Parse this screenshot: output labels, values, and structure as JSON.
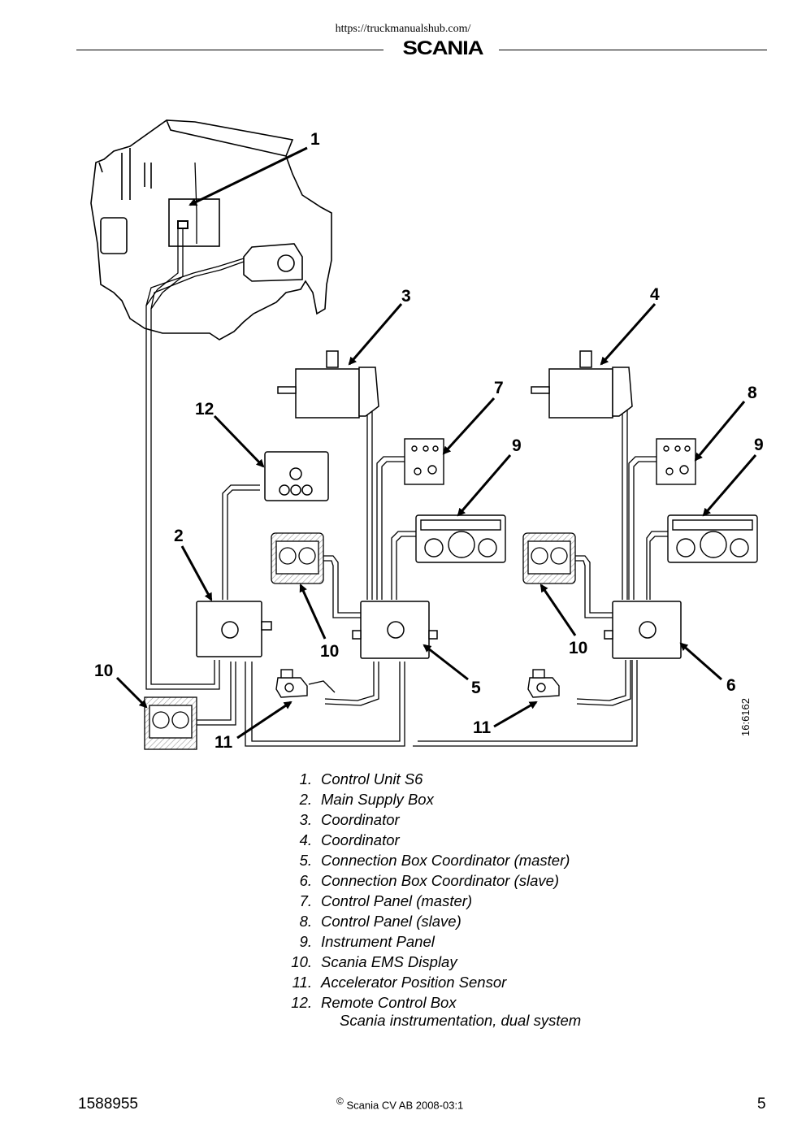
{
  "header": {
    "url": "https://truckmanualshub.com/",
    "brand": "SCANIA"
  },
  "diagram": {
    "callouts": [
      "1",
      "2",
      "3",
      "4",
      "5",
      "6",
      "7",
      "8",
      "9",
      "9",
      "10",
      "10",
      "10",
      "11",
      "11",
      "12"
    ],
    "figure_code": "16:6162"
  },
  "legend": {
    "items": [
      {
        "num": "1.",
        "text": "Control Unit S6"
      },
      {
        "num": "2.",
        "text": "Main Supply Box"
      },
      {
        "num": "3.",
        "text": "Coordinator"
      },
      {
        "num": "4.",
        "text": "Coordinator"
      },
      {
        "num": "5.",
        "text": "Connection Box Coordinator (master)"
      },
      {
        "num": "6.",
        "text": "Connection Box Coordinator (slave)"
      },
      {
        "num": "7.",
        "text": "Control Panel (master)"
      },
      {
        "num": "8.",
        "text": "Control Panel (slave)"
      },
      {
        "num": "9.",
        "text": "Instrument Panel"
      },
      {
        "num": "10.",
        "text": "Scania EMS Display"
      },
      {
        "num": "11.",
        "text": "Accelerator Position Sensor"
      },
      {
        "num": "12.",
        "text": "Remote Control Box"
      }
    ],
    "caption": "Scania instrumentation, dual system"
  },
  "footer": {
    "doc_number": "1588955",
    "copyright_symbol": "©",
    "copyright": "Scania CV AB 2008-03:1",
    "page": "5"
  }
}
